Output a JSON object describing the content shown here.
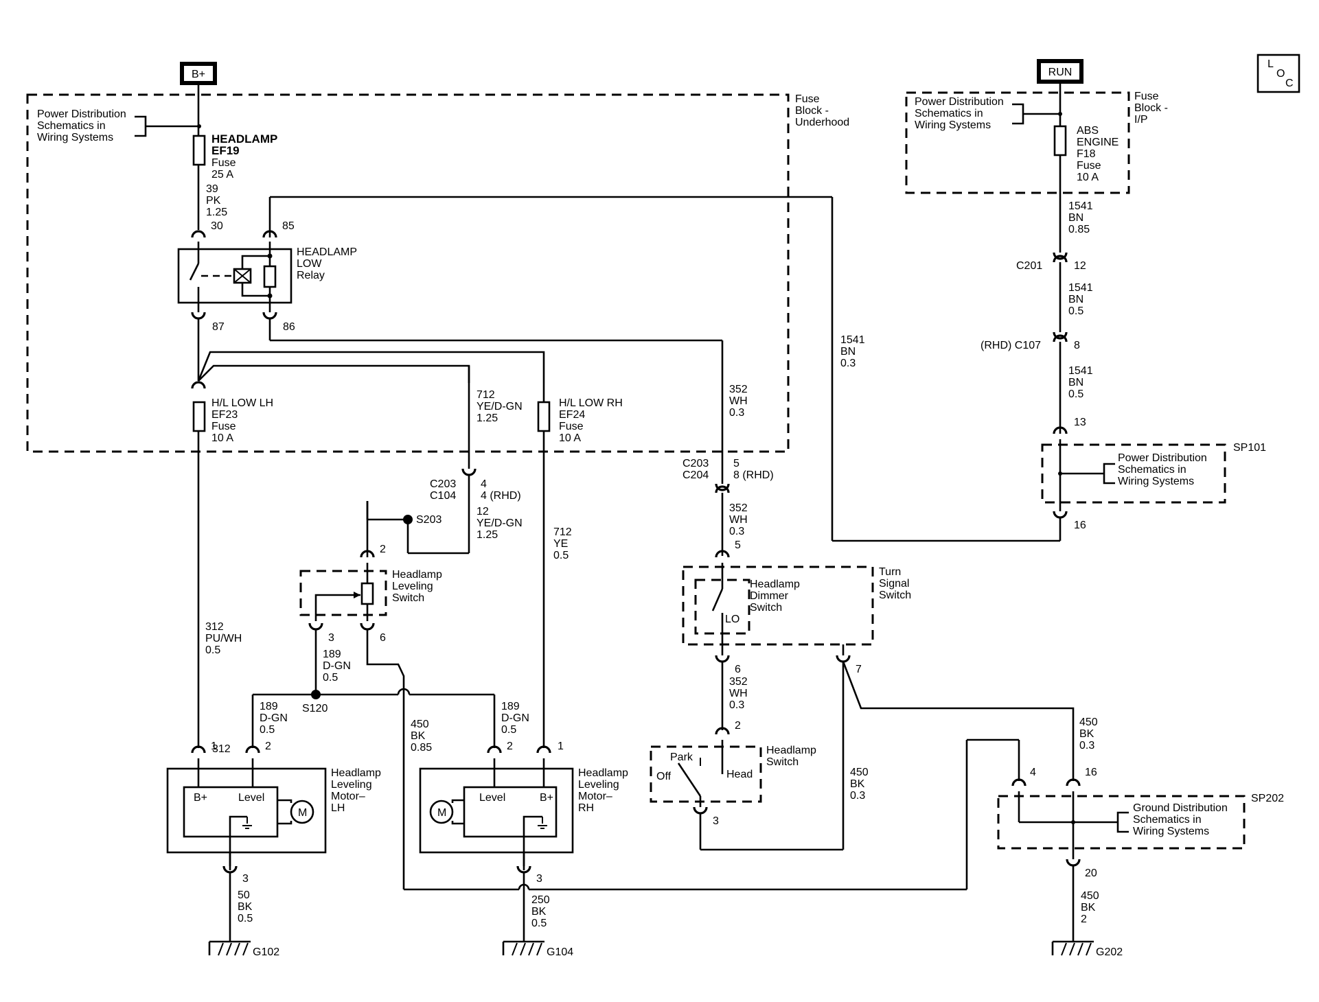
{
  "diagram": {
    "bplus_label": "B+",
    "run_label": "RUN",
    "loc_label": [
      "L",
      "O",
      "C"
    ],
    "fuse_block_underhood": [
      "Fuse",
      "Block -",
      "Underhood"
    ],
    "fuse_block_ip": [
      "Fuse",
      "Block -",
      "I/P"
    ],
    "power_dist_left": [
      "Power Distribution",
      "Schematics in",
      "Wiring Systems"
    ],
    "power_dist_right": [
      "Power Distribution",
      "Schematics in",
      "Wiring Systems"
    ],
    "power_dist_sp101": [
      "Power Distribution",
      "Schematics in",
      "Wiring Systems"
    ],
    "ground_dist_sp202": [
      "Ground Distribution",
      "Schematics in",
      "Wiring Systems"
    ],
    "fuse_ef19": [
      "HEADLAMP",
      "EF19",
      "Fuse",
      "25 A"
    ],
    "fuse_f18": [
      "ABS",
      "ENGINE",
      "F18",
      "Fuse",
      "10 A"
    ],
    "fuse_ef23": [
      "H/L LOW LH",
      "EF23",
      "Fuse",
      "10 A"
    ],
    "fuse_ef24": [
      "H/L LOW RH",
      "EF24",
      "Fuse",
      "10 A"
    ],
    "relay_label": [
      "HEADLAMP",
      "LOW",
      "Relay"
    ],
    "relay_pins": {
      "p30": "30",
      "p85": "85",
      "p87": "87",
      "p86": "86"
    },
    "wire_39": [
      "39",
      "PK",
      "1.25"
    ],
    "wire_1541_085": [
      "1541",
      "BN",
      "0.85"
    ],
    "wire_1541_05a": [
      "1541",
      "BN",
      "0.5"
    ],
    "wire_1541_05b": [
      "1541",
      "BN",
      "0.5"
    ],
    "wire_1541_03": [
      "1541",
      "BN",
      "0.3"
    ],
    "wire_712_125": [
      "712",
      "YE/D-GN",
      "1.25"
    ],
    "wire_12_125": [
      "12",
      "YE/D-GN",
      "1.25"
    ],
    "wire_712_05": [
      "712",
      "YE",
      "0.5"
    ],
    "wire_352_03a": [
      "352",
      "WH",
      "0.3"
    ],
    "wire_352_03b": [
      "352",
      "WH",
      "0.3"
    ],
    "wire_352_03c": [
      "352",
      "WH",
      "0.3"
    ],
    "wire_312": [
      "312",
      "PU/WH",
      "0.5"
    ],
    "wire_189_a": [
      "189",
      "D-GN",
      "0.5"
    ],
    "wire_189_b": [
      "189",
      "D-GN",
      "0.5"
    ],
    "wire_189_c": [
      "189",
      "D-GN",
      "0.5"
    ],
    "wire_450_085": [
      "450",
      "BK",
      "0.85"
    ],
    "wire_450_03a": [
      "450",
      "BK",
      "0.3"
    ],
    "wire_450_03b": [
      "450",
      "BK",
      "0.3"
    ],
    "wire_450_2": [
      "450",
      "BK",
      "2"
    ],
    "wire_50": [
      "50",
      "BK",
      "0.5"
    ],
    "wire_250": [
      "250",
      "BK",
      "0.5"
    ],
    "conn_c201": "C201",
    "conn_c201_pin": "12",
    "conn_c107": "(RHD) C107",
    "conn_c107_pin": "8",
    "conn_13": "13",
    "conn_16": "16",
    "sp101": "SP101",
    "sp202": "SP202",
    "s203": "S203",
    "s120": "S120",
    "c203_c104": [
      "C203",
      "C104"
    ],
    "c203_c104_pins": [
      "4",
      "4 (RHD)"
    ],
    "c203_c204": [
      "C203",
      "C204"
    ],
    "c203_c204_pins": [
      "5",
      "8 (RHD)"
    ],
    "leveling_switch": [
      "Headlamp",
      "Leveling",
      "Switch"
    ],
    "leveling_switch_pins": {
      "top": "2",
      "left": "3",
      "right": "6"
    },
    "turn_signal_switch": [
      "Turn",
      "Signal",
      "Switch"
    ],
    "dimmer_switch": [
      "Headlamp",
      "Dimmer",
      "Switch"
    ],
    "dimmer_lo": "LO",
    "dimmer_pins": {
      "top": "5",
      "bottom": "6",
      "gnd": "7"
    },
    "headlamp_switch": [
      "Headlamp",
      "Switch"
    ],
    "headlamp_switch_pos": {
      "park": "Park",
      "off": "Off",
      "head": "Head"
    },
    "headlamp_switch_pins": {
      "top": "2",
      "bottom": "3"
    },
    "motor_lh": [
      "Headlamp",
      "Leveling",
      "Motor–",
      "LH"
    ],
    "motor_rh": [
      "Headlamp",
      "Leveling",
      "Motor–",
      "RH"
    ],
    "motor_lh_labels": {
      "bplus": "B+",
      "level": "Level",
      "m": "M"
    },
    "motor_rh_labels": {
      "bplus": "B+",
      "level": "Level",
      "m": "M"
    },
    "motor_lh_pins": {
      "p1": "1",
      "p2": "2",
      "p3": "3"
    },
    "motor_rh_pins": {
      "p1": "1",
      "p2": "2",
      "p3": "3"
    },
    "sp202_pins": {
      "p4": "4",
      "p16": "16",
      "p20": "20"
    },
    "grounds": {
      "g102": "G102",
      "g104": "G104",
      "g202": "G202"
    }
  }
}
